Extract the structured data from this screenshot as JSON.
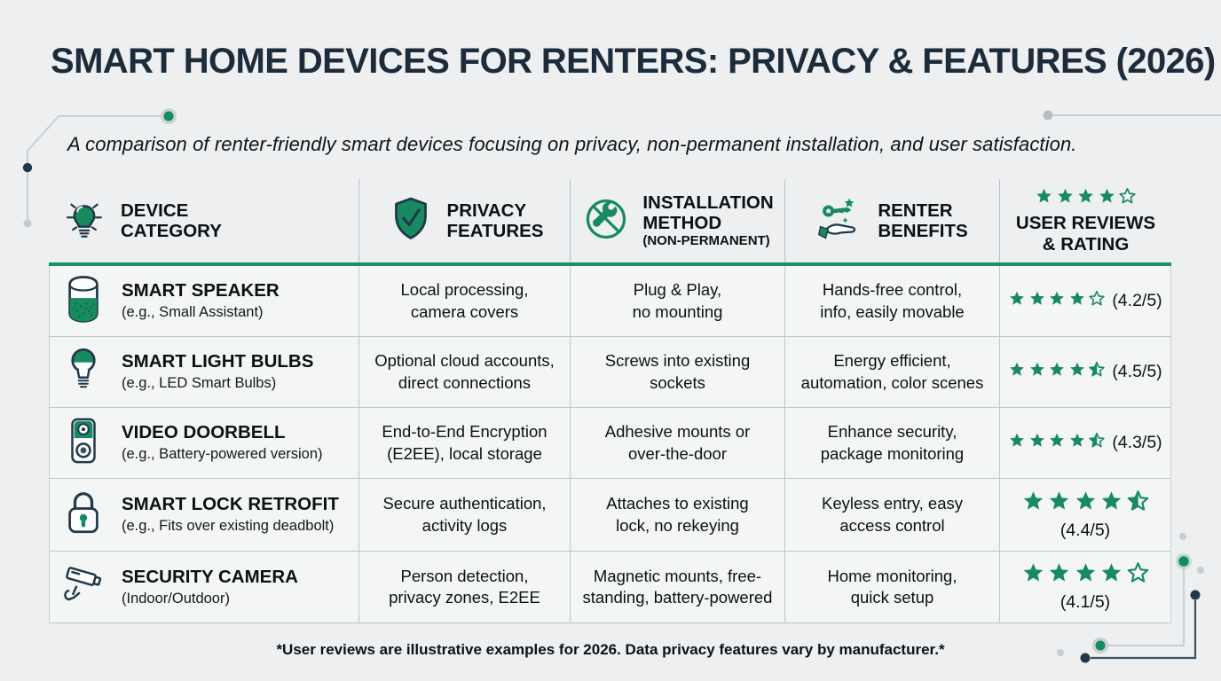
{
  "page": {
    "title": "SMART HOME DEVICES FOR RENTERS: PRIVACY & FEATURES (2026)",
    "subtitle": "A comparison of renter-friendly smart devices focusing on privacy, non-permanent installation, and user satisfaction.",
    "footnote": "*User reviews are illustrative examples for 2026. Data privacy features vary by manufacturer.*"
  },
  "colors": {
    "accent_green": "#178a60",
    "header_bar_teal": "#17936b",
    "title_navy": "#1d2c3b",
    "background": "#edeff0",
    "cell_background": "#f4f6f6",
    "divider_gray": "#bfc7cb"
  },
  "table": {
    "headers": [
      {
        "key": "device-category",
        "icon": "header-bulb-icon",
        "lines": [
          "DEVICE",
          "CATEGORY"
        ]
      },
      {
        "key": "privacy-features",
        "icon": "shield-check-icon",
        "lines": [
          "PRIVACY",
          "FEATURES"
        ]
      },
      {
        "key": "installation-method",
        "icon": "no-tools-icon",
        "lines": [
          "INSTALLATION",
          "METHOD"
        ],
        "sub": "(NON-PERMANENT)"
      },
      {
        "key": "renter-benefits",
        "icon": "key-hand-icon",
        "lines": [
          "RENTER",
          "BENEFITS"
        ]
      },
      {
        "key": "user-reviews",
        "stars": {
          "filled": 4,
          "half": 0,
          "outline": 1
        },
        "lines": [
          "USER REVIEWS",
          "& RATING"
        ]
      }
    ],
    "rows": [
      {
        "icon": "smart-speaker-icon",
        "category": "SMART SPEAKER",
        "example": "(e.g., Small Assistant)",
        "privacy": "Local processing,\ncamera covers",
        "installation": "Plug & Play,\nno mounting",
        "benefits": "Hands-free control,\ninfo, easily movable",
        "rating": {
          "value": 4.2,
          "label": "(4.2/5)",
          "filled": 4,
          "half": 0,
          "outline": 1,
          "layout": "inline"
        }
      },
      {
        "icon": "smart-bulb-icon",
        "category": "SMART LIGHT BULBS",
        "example": "(e.g., LED Smart Bulbs)",
        "privacy": "Optional cloud accounts,\ndirect connections",
        "installation": "Screws into existing\nsockets",
        "benefits": "Energy efficient,\nautomation, color scenes",
        "rating": {
          "value": 4.5,
          "label": "(4.5/5)",
          "filled": 4,
          "half": 1,
          "outline": 0,
          "layout": "inline"
        }
      },
      {
        "icon": "video-doorbell-icon",
        "category": "VIDEO DOORBELL",
        "example": "(e.g., Battery-powered version)",
        "privacy": "End-to-End Encryption\n(E2EE), local storage",
        "installation": "Adhesive mounts or\nover-the-door",
        "benefits": "Enhance security,\npackage monitoring",
        "rating": {
          "value": 4.3,
          "label": "(4.3/5)",
          "filled": 4,
          "half": 1,
          "outline": 0,
          "layout": "inline"
        }
      },
      {
        "icon": "smart-lock-icon",
        "category": "SMART LOCK RETROFIT",
        "example": "(e.g., Fits over existing deadbolt)",
        "privacy": "Secure authentication,\nactivity logs",
        "installation": "Attaches to existing\nlock, no rekeying",
        "benefits": "Keyless entry, easy\naccess control",
        "rating": {
          "value": 4.4,
          "label": "(4.4/5)",
          "filled": 4,
          "half": 1,
          "outline": 0,
          "layout": "stacked"
        }
      },
      {
        "icon": "security-camera-icon",
        "category": "SECURITY CAMERA",
        "example": "(Indoor/Outdoor)",
        "privacy": "Person detection,\nprivacy zones, E2EE",
        "installation": "Magnetic mounts, free-\nstanding, battery-powered",
        "benefits": "Home monitoring,\nquick setup",
        "rating": {
          "value": 4.1,
          "label": "(4.1/5)",
          "filled": 4,
          "half": 0,
          "outline": 1,
          "layout": "stacked"
        }
      }
    ]
  },
  "chart_data": {
    "type": "table",
    "title": "SMART HOME DEVICES FOR RENTERS: PRIVACY & FEATURES (2026)",
    "columns": [
      "DEVICE CATEGORY",
      "PRIVACY FEATURES",
      "INSTALLATION METHOD (NON-PERMANENT)",
      "RENTER BENEFITS",
      "USER REVIEWS & RATING"
    ],
    "rows": [
      [
        "SMART SPEAKER (e.g., Small Assistant)",
        "Local processing, camera covers",
        "Plug & Play, no mounting",
        "Hands-free control, info, easily movable",
        "4.2/5"
      ],
      [
        "SMART LIGHT BULBS (e.g., LED Smart Bulbs)",
        "Optional cloud accounts, direct connections",
        "Screws into existing sockets",
        "Energy efficient, automation, color scenes",
        "4.5/5"
      ],
      [
        "VIDEO DOORBELL (e.g., Battery-powered version)",
        "End-to-End Encryption (E2EE), local storage",
        "Adhesive mounts or over-the-door",
        "Enhance security, package monitoring",
        "4.3/5"
      ],
      [
        "SMART LOCK RETROFIT (e.g., Fits over existing deadbolt)",
        "Secure authentication, activity logs",
        "Attaches to existing lock, no rekeying",
        "Keyless entry, easy access control",
        "4.4/5"
      ],
      [
        "SECURITY CAMERA (Indoor/Outdoor)",
        "Person detection, privacy zones, E2EE",
        "Magnetic mounts, free-standing, battery-powered",
        "Home monitoring, quick setup",
        "4.1/5"
      ]
    ],
    "ratings": [
      4.2,
      4.5,
      4.3,
      4.4,
      4.1
    ],
    "rating_scale": [
      0,
      5
    ]
  }
}
